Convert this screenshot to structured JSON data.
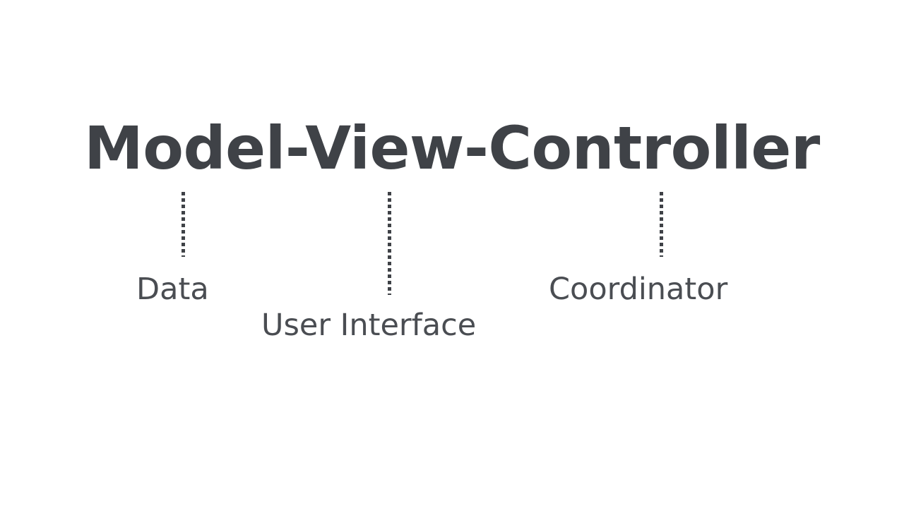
{
  "slide": {
    "background_color": "#ffffff",
    "title": "Model-View-Controller",
    "title_color": "#3f4247",
    "label_color": "#4a4d52",
    "connector_color": "#3f4247",
    "items": [
      {
        "term": "Model",
        "label": "Data",
        "connector_name": "connector-model"
      },
      {
        "term": "View",
        "label": "User Interface",
        "connector_name": "connector-view"
      },
      {
        "term": "Controller",
        "label": "Coordinator",
        "connector_name": "connector-controller"
      }
    ]
  }
}
